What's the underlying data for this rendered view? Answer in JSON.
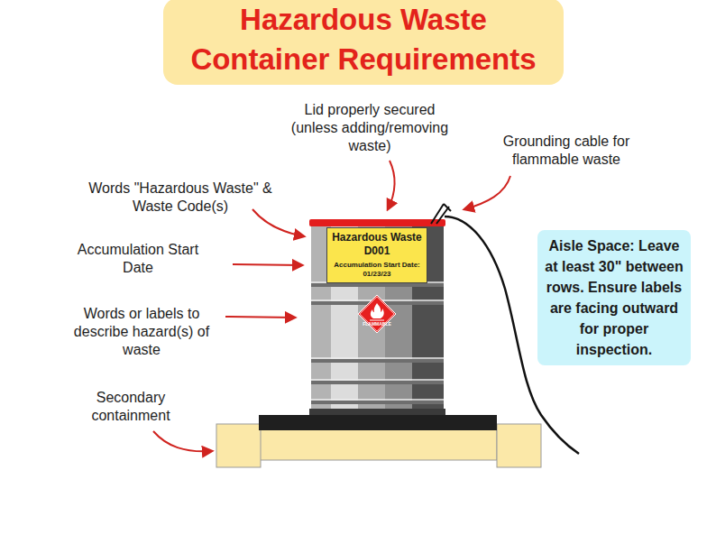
{
  "diagram": {
    "title": "Hazardous Waste Container Requirements",
    "nodes": [
      {
        "text": [
          "Hazardous Waste",
          "D001",
          "Accumulation Start Date: 01/23/23"
        ]
      },
      {
        "text": [
          "FLAMMABLE"
        ]
      },
      {
        "text": [
          "Aisle Space: Leave at least 30\" between rows. Ensure labels are facing outward for proper inspection."
        ]
      }
    ],
    "labels": [
      "Lid properly secured (unless adding/removing waste)",
      "Grounding cable for flammable waste",
      "Words \"Hazardous Waste\" & Waste Code(s)",
      "Accumulation Start Date",
      "Words or labels to describe hazard(s) of waste",
      "Secondary containment"
    ]
  }
}
